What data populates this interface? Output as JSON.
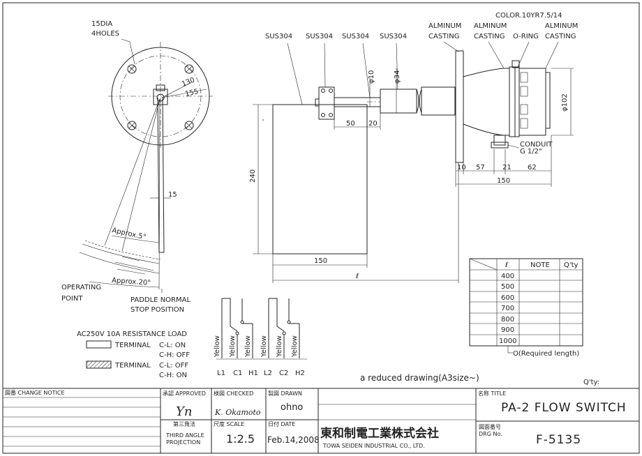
{
  "callouts": {
    "holes_dia": "15DIA",
    "holes_count": "4HOLES",
    "color": "COLOR.10YR7.5/14",
    "mat1": "SUS304",
    "mat2": "SUS304",
    "mat3": "SUS304",
    "mat4": "SUS304",
    "alminum_casting_1a": "ALMINUM",
    "alminum_casting_1b": "CASTING",
    "alminum_casting_2a": "ALMINUM",
    "alminum_casting_2b": "CASTING",
    "o_ring": "O-RING",
    "alminum_casting_3a": "ALMINUM",
    "alminum_casting_3b": "CASTING",
    "conduit": "CONDUIT",
    "conduit_size": "G 1/2\"",
    "approx5": "Approx.5°",
    "approx20": "Approx.20°",
    "operating_point_1": "OPERATING",
    "operating_point_2": "POINT",
    "paddle_normal_1": "PADDLE NORMAL",
    "paddle_normal_2": "STOP POSITION",
    "reduced_drawing": "a reduced drawing(A3size~)",
    "qty": "Q'ty:"
  },
  "dims": {
    "d130": "130",
    "d155": "155",
    "d15": "15",
    "d10": "φ10",
    "d34": "φ34",
    "d102": "φ102",
    "d50": "50",
    "d20": "20",
    "d240": "240",
    "d150a": "150",
    "d_l": "ℓ",
    "d10b": "10",
    "d57": "57",
    "d21": "21",
    "d62": "62",
    "d150b": "150"
  },
  "load": {
    "heading": "AC250V 10A RESISTANCE LOAD",
    "terminal1": "TERMINAL",
    "t1_cl": "C-L: ON",
    "t1_ch": "C-H: OFF",
    "terminal2": "TERMINAL",
    "t2_cl": "C-L: OFF",
    "t2_ch": "C-H: ON"
  },
  "wiring": {
    "wire_colors": [
      "Yellow",
      "Yellow",
      "Yellow",
      "Yellow",
      "Yellow",
      "Yellow"
    ],
    "terminals": [
      "L1",
      "C1",
      "H1",
      "L2",
      "C2",
      "H2"
    ]
  },
  "length_table": {
    "headers": [
      "ℓ",
      "NOTE",
      "Q'ty"
    ],
    "values": [
      "400",
      "500",
      "600",
      "700",
      "800",
      "900",
      "1000"
    ],
    "required": "O(Required length)"
  },
  "title_block": {
    "change_notice": "図番 CHANGE NOTICE",
    "approved_label": "承認 APPROVED",
    "checked_label": "検図 CHECKED",
    "drawn_label": "製図 DRAWN",
    "approved_sig": "Yn",
    "checked_sig": "K. Okamoto",
    "drawn_by": "ohno",
    "projection_jp": "第三角法",
    "projection_1": "THIRD ANGLE",
    "projection_2": "PROJECTION",
    "scale_label": "尺度 SCALE",
    "scale": "1:2.5",
    "date_label": "日付 DATE",
    "date": "Feb.14,2008",
    "company_jp": "東和制電工業株式会社",
    "company_en": "TOWA SEIDEN INDUSTRIAL CO., LTD.",
    "title_label": "名称 TITLE",
    "title": "PA-2  FLOW SWITCH",
    "drg_label_jp": "図面番号",
    "drg_label": "DRG  No.",
    "drg_no": "F-5135"
  }
}
